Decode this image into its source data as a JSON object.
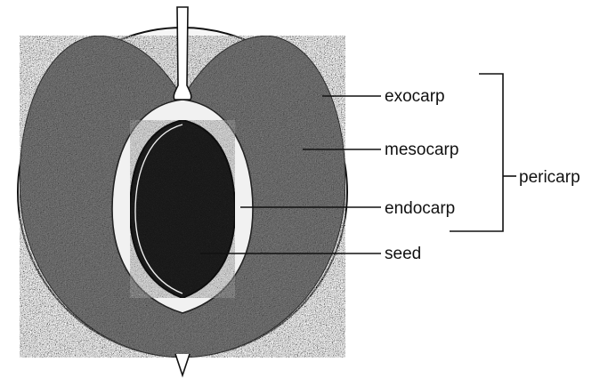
{
  "labels": {
    "exocarp": "exocarp",
    "mesocarp": "mesocarp",
    "endocarp": "endocarp",
    "seed": "seed",
    "pericarp": "pericarp"
  },
  "colors": {
    "outline": "#111111",
    "mesocarp_fill": "#6e6e6e",
    "seed_fill": "#1c1c1c",
    "endocarp_fill": "#f1f1f1",
    "background": "#ffffff"
  }
}
